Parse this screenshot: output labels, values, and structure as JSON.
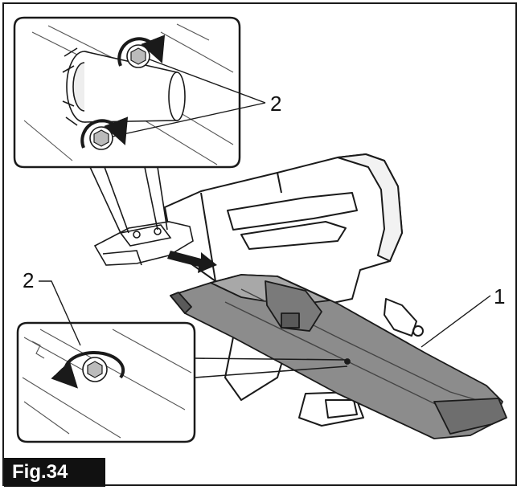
{
  "figure": {
    "label": "Fig.34",
    "callouts": {
      "upper_detail": "2",
      "lower_detail": "2",
      "magazine": "1"
    },
    "colors": {
      "line": "#1a1a1a",
      "magazine_fill": "#8c8c8c",
      "magazine_dark": "#6e6e6e",
      "label_bg": "#111111"
    }
  }
}
